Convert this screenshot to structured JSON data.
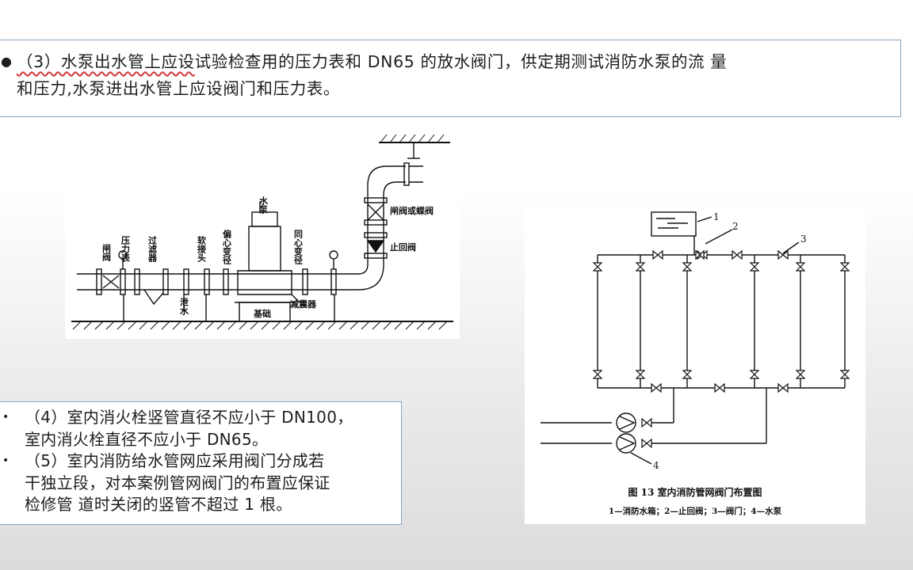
{
  "top_text": {
    "line1_underlined": "（3）水泵出水管上应设",
    "line1_rest": "试验检查用的压力表和 DN65 的放水阀门，供定期测试消防水泵的流 量",
    "line2": "和压力,水泵进出水管上应设阀门和压力表。"
  },
  "bottom_text": {
    "item4_line1": "（4）室内消火栓竖管直径不应小于 DN100，",
    "item4_line2": "室内消火栓直径不应小于 DN65。",
    "item5_line1": "（5）室内消防给水管网应采用阀门分成若",
    "item5_line2": "干独立段，对本案例管网阀门的布置应保证",
    "item5_line3": "检修管 道时关闭的竖管不超过 1 根。"
  },
  "pump_diagram": {
    "labels": {
      "gate_valve": "闸阀",
      "pressure_gauge": "压力表",
      "filter": "过滤器",
      "soft_joint": "软接头",
      "eccentric_reducer": "偏心变径",
      "pump": "水泵",
      "concentric_reducer": "同心变径",
      "drain": "泄水",
      "foundation": "基础",
      "damper": "减震器",
      "gate_or_butterfly_valve": "闸阀或蝶阀",
      "check_valve": "止回阀"
    }
  },
  "valve_diagram": {
    "callouts": [
      "1",
      "2",
      "3",
      "4"
    ],
    "caption": "图 13   室内消防管网阀门布置图",
    "legend": "1—消防水箱；2—止回阀；3—阀门；4—水泵"
  },
  "colors": {
    "box_border": "#8aa4c2",
    "squiggle": "#d23b3b"
  }
}
